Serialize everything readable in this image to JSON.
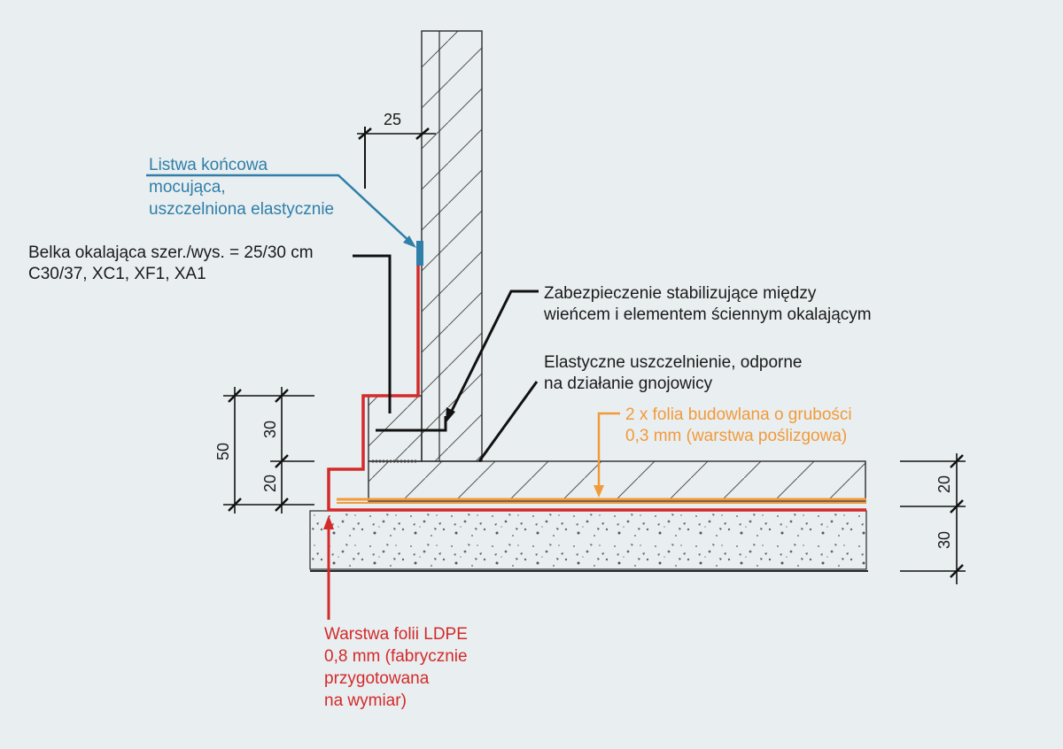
{
  "colors": {
    "background": "#e9eef0",
    "outline": "#2b2b2b",
    "leader_black": "#111111",
    "ldpe_red": "#d42a2a",
    "folia_orange": "#f29a3a",
    "listwa_blue": "#2f7fa8"
  },
  "labels": {
    "listwa": [
      "Listwa końcowa",
      "mocująca,",
      "uszczelniona elastycznie"
    ],
    "belka": [
      "Belka okalająca szer./wys. = 25/30 cm",
      "C30/37, XC1, XF1, XA1"
    ],
    "zabezpieczenie": [
      "Zabezpieczenie stabilizujące między",
      "wieńcem i elementem ściennym okalającym"
    ],
    "elastyczne": [
      "Elastyczne uszczelnienie, odporne",
      "na działanie gnojowicy"
    ],
    "folia_budowlana": [
      "2 x folia budowlana o grubości",
      "0,3 mm (warstwa poślizgowa)"
    ],
    "ldpe": [
      "Warstwa folii LDPE",
      "0,8 mm (fabrycznie",
      "przygotowana",
      "na wymiar)"
    ]
  },
  "dimensions": {
    "wall_width": "25",
    "left_total": "50",
    "left_upper": "30",
    "left_lower": "20",
    "right_upper": "20",
    "right_lower": "30"
  }
}
